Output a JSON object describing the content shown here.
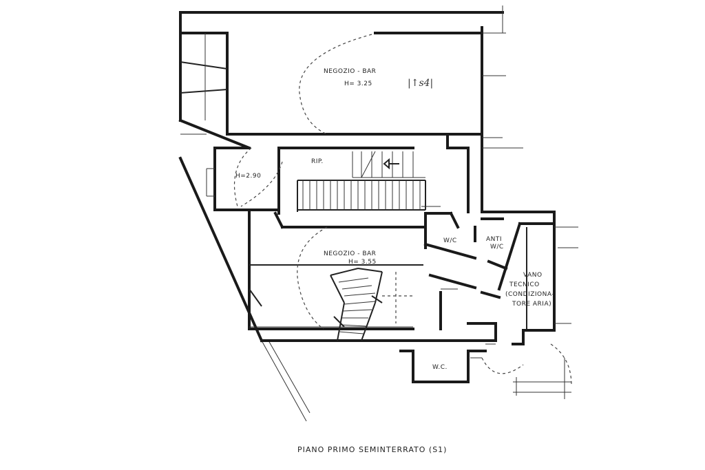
{
  "labels": {
    "room_top": "NEGOZIO - BAR",
    "room_top_h": "H= 3.25",
    "rip": "RIP.",
    "h_left": "H=2.90",
    "room_mid": "NEGOZIO - BAR",
    "room_mid_h": "H= 3.55",
    "wc_small": "W/C",
    "anti_1": "ANTI",
    "anti_2": "W/C",
    "vano_1": "VANO",
    "vano_2": "TECNICO",
    "vano_3": "(CONDIZIONA-",
    "vano_4": "TORE ARIA)",
    "wc_bottom": "W.C.",
    "scribble": "|↑s4|",
    "title": "PIANO PRIMO SEMINTERRATO  (S1)"
  }
}
